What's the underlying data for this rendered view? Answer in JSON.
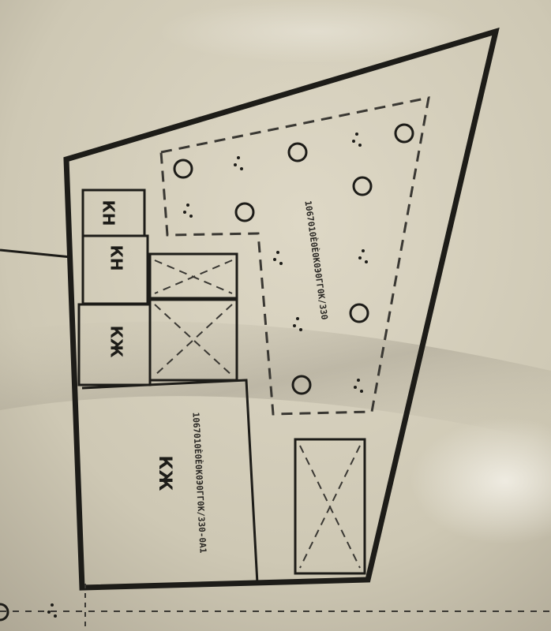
{
  "plan": {
    "room_labels": [
      "КН",
      "КН",
      "КЖ",
      "КЖ"
    ],
    "codes": {
      "upper_zone": "1067010Ѐ0Ѐ0К0Э0ГГ0К/ЗЗ0",
      "lower_room": "1067010Ѐ0Ѐ0К0Э0ГГ0К/ЗЗ0-0А1"
    },
    "colors": {
      "paper": "#d8d2bf",
      "ink": "#1d1c18",
      "dashed": "#3a3833"
    }
  }
}
